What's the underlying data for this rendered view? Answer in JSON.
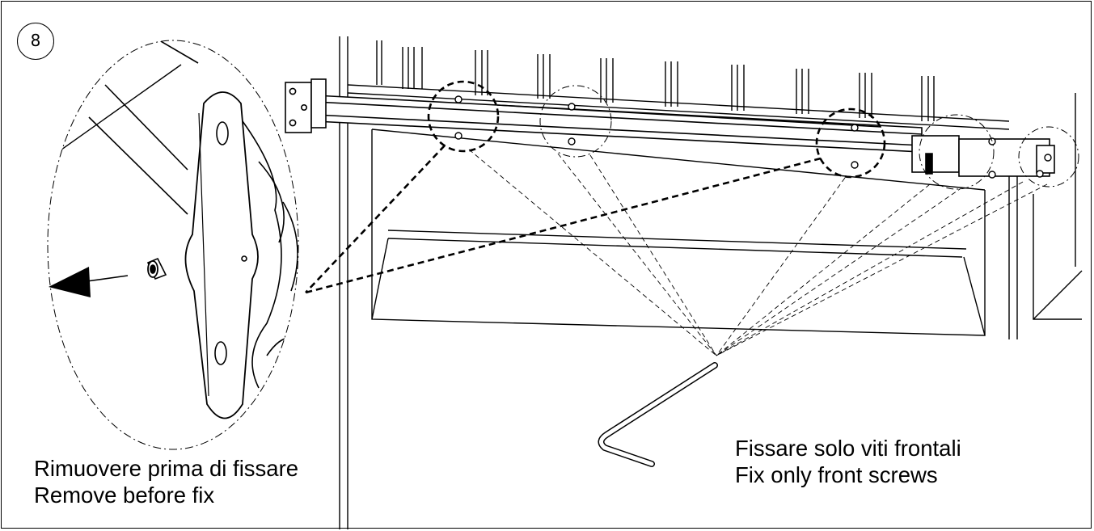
{
  "step": {
    "number": "8"
  },
  "captions": {
    "left": {
      "line1": "Rimuovere prima di fissare",
      "line2": "Remove before fix"
    },
    "right": {
      "line1": "Fissare solo viti frontali",
      "line2": "Fix only front screws"
    }
  }
}
